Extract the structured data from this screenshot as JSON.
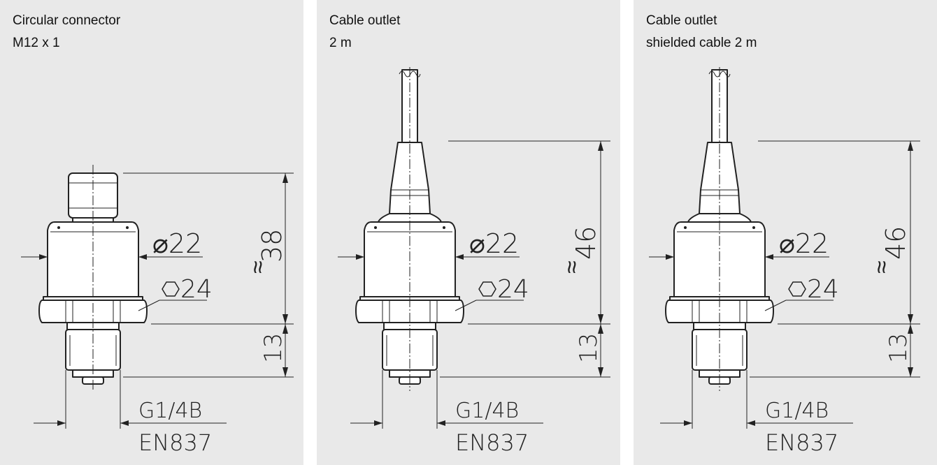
{
  "panels": [
    {
      "title_line1": "Circular connector",
      "title_line2": "M12 x 1",
      "diameter": "⌀22",
      "hex": "24",
      "height_top": "38",
      "height_bottom": "13",
      "thread": "G1/4B",
      "standard": "EN837",
      "approx": "≈"
    },
    {
      "title_line1": "Cable outlet",
      "title_line2": "2 m",
      "diameter": "⌀22",
      "hex": "24",
      "height_top": "46",
      "height_bottom": "13",
      "thread": "G1/4B",
      "standard": "EN837",
      "approx": "≈"
    },
    {
      "title_line1": "Cable outlet",
      "title_line2": "shielded cable 2 m",
      "diameter": "⌀22",
      "hex": "24",
      "height_top": "46",
      "height_bottom": "13",
      "thread": "G1/4B",
      "standard": "EN837",
      "approx": "≈"
    }
  ]
}
